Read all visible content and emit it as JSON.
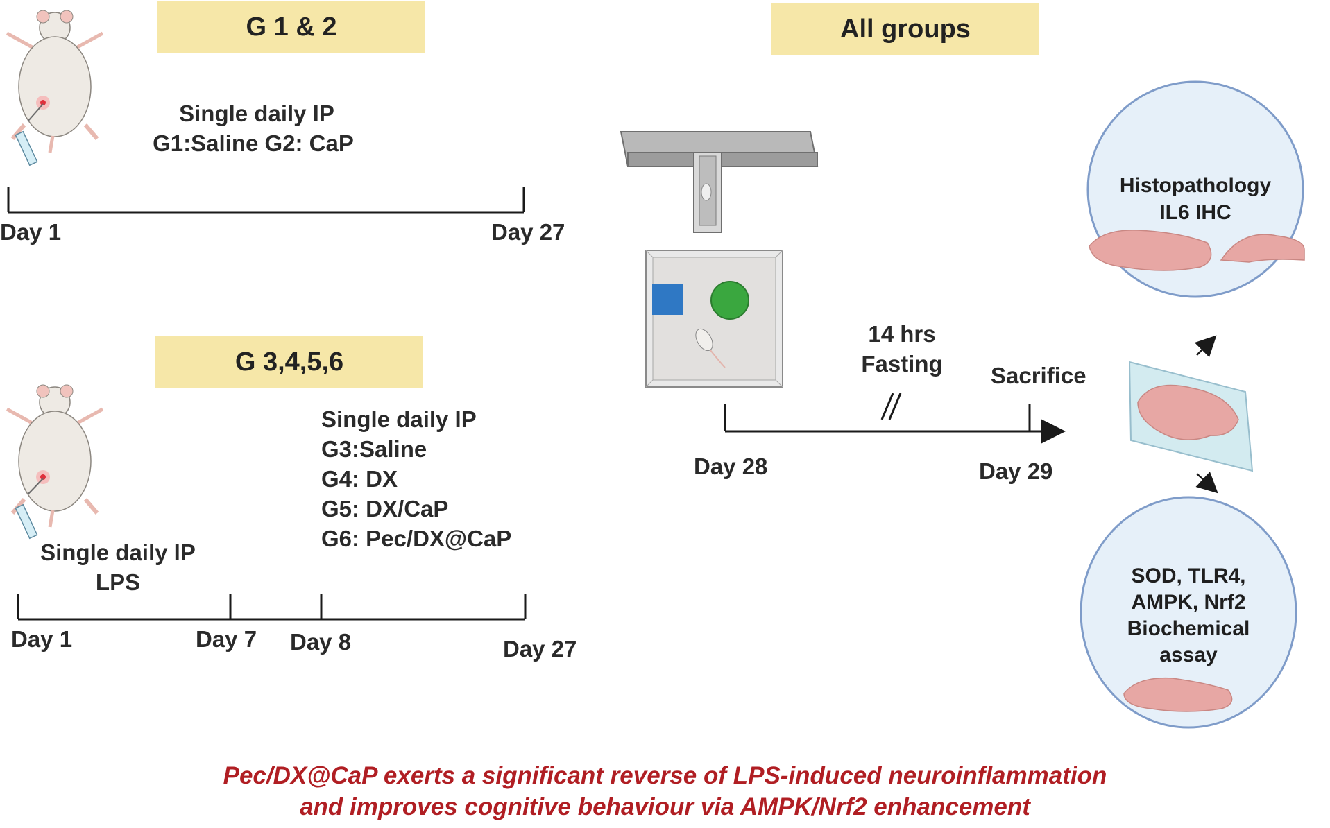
{
  "groups": {
    "g12_label": "G 1 & 2",
    "g3456_label": "G 3,4,5,6",
    "all_label": "All groups"
  },
  "timeline1": {
    "treatment_line1": "Single daily IP",
    "treatment_line2": "G1:Saline  G2: CaP",
    "day_start": "Day 1",
    "day_end": "Day 27"
  },
  "timeline2": {
    "lps_line1": "Single daily IP",
    "lps_line2": "LPS",
    "treat_lines": [
      "Single daily IP",
      "G3:Saline",
      "G4: DX",
      "G5: DX/CaP",
      "G6: Pec/DX@CaP"
    ],
    "days": [
      "Day 1",
      "Day 7",
      "Day 8",
      "Day 27"
    ]
  },
  "timeline3": {
    "fasting_line1": "14 hrs",
    "fasting_line2": "Fasting",
    "sacrifice": "Sacrifice",
    "day_start": "Day 28",
    "day_end": "Day 29"
  },
  "outcomes": {
    "top_line1": "Histopathology",
    "top_line2": "IL6 IHC",
    "bottom_lines": [
      "SOD, TLR4,",
      "AMPK, Nrf2",
      "Biochemical",
      "assay"
    ]
  },
  "footer": {
    "line1": "Pec/DX@CaP exerts a significant reverse of LPS-induced neuroinflammation",
    "line2": "and improves cognitive behaviour via AMPK/Nrf2 enhancement"
  },
  "colors": {
    "group_box": "#f6e7a8",
    "footer_text": "#b01e23",
    "circle_fill": "#e6f0f9",
    "circle_stroke": "#7f9cc9",
    "brain": "#e7a7a4",
    "blue_object": "#2f78c4",
    "green_object": "#3aa73f"
  }
}
